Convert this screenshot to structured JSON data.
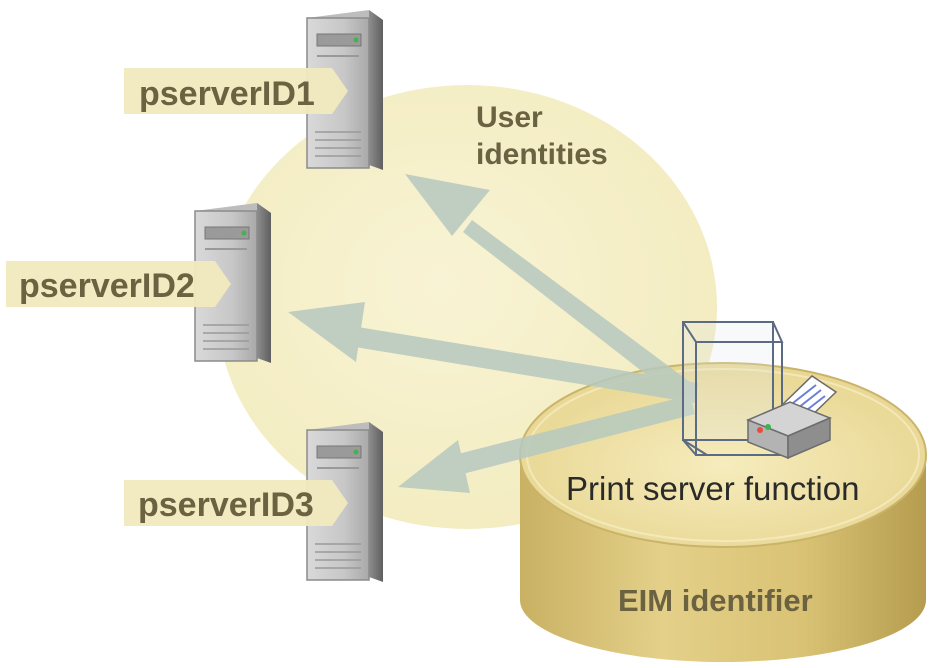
{
  "labels": {
    "user_identities_line1": "User",
    "user_identities_line2": "identities",
    "print_server_function": "Print server function",
    "eim_identifier": "EIM identifier"
  },
  "servers": [
    {
      "id": "pserverID1",
      "icon": "server-tower-icon"
    },
    {
      "id": "pserverID2",
      "icon": "server-tower-icon"
    },
    {
      "id": "pserverID3",
      "icon": "server-tower-icon"
    }
  ],
  "icons": {
    "printer": "printer-icon",
    "function_box": "wireframe-box-icon"
  },
  "colors": {
    "user_identities_circle": "#f5efc6",
    "label_tag": "#f1e9bd",
    "label_text": "#6b6242",
    "cylinder_top": "#f0e3a6",
    "cylinder_side": "#d8c478",
    "arrow": "#b7c9c0"
  }
}
